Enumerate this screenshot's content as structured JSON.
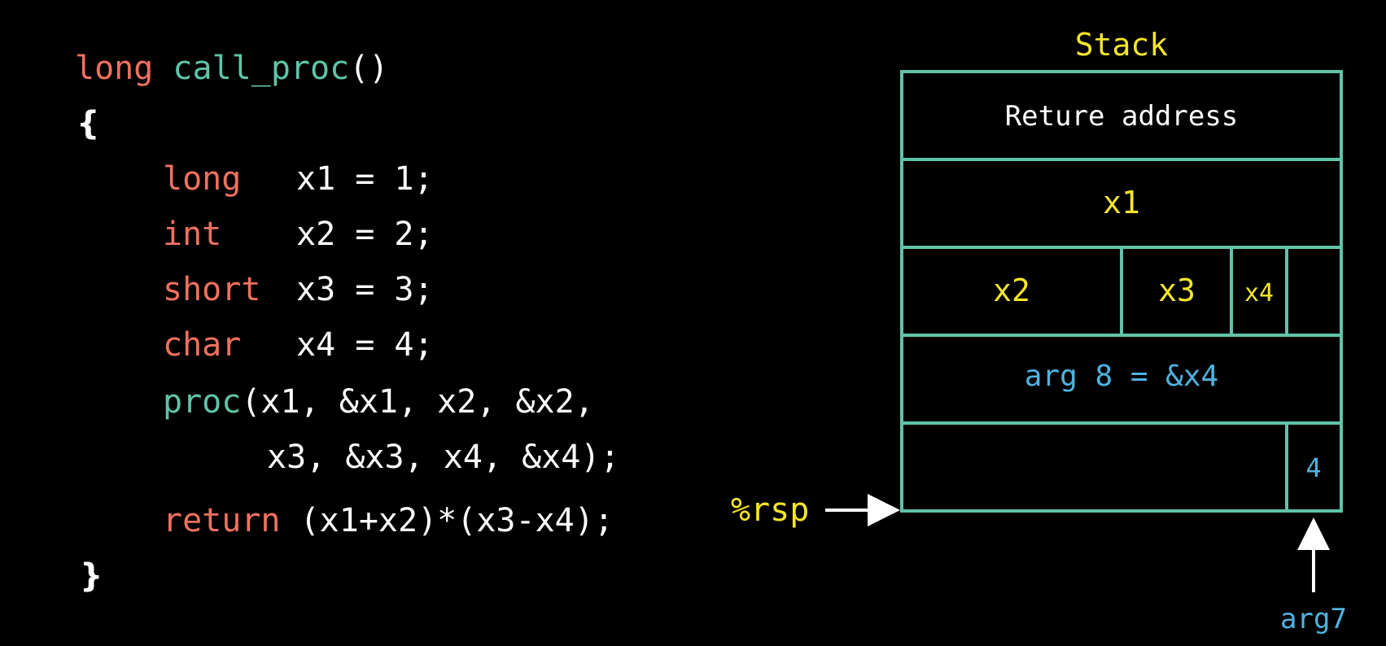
{
  "code": {
    "line1": {
      "kw": "long",
      "fn": "call_proc",
      "rest": "()"
    },
    "open_brace": "{",
    "decls": [
      {
        "type": "long",
        "rest": "x1 = 1;"
      },
      {
        "type": "int",
        "rest": "x2 = 2;"
      },
      {
        "type": "short",
        "rest": "x3 = 3;"
      },
      {
        "type": "char",
        "rest": "x4 = 4;"
      }
    ],
    "call": {
      "fn": "proc",
      "rest": "(x1, &x1, x2, &x2,"
    },
    "call_cont": "x3, &x3, x4, &x4);",
    "ret": {
      "kw": "return",
      "rest": "(x1+x2)*(x3-x4);"
    },
    "close_brace": "}"
  },
  "stack": {
    "title": "Stack",
    "return_address": "Reture address",
    "x1": "x1",
    "x2": "x2",
    "x3": "x3",
    "x4": "x4",
    "arg8": "arg 8 = &x4",
    "arg7_value": "4",
    "rsp_label": "%rsp",
    "arg7_label": "arg7"
  },
  "colors": {
    "keyword": "#f0715f",
    "function": "#5fc4a8",
    "frame": "#5fc4a8",
    "variable": "#f5e52a",
    "argument": "#4fb3e0",
    "text": "#ffffff"
  }
}
